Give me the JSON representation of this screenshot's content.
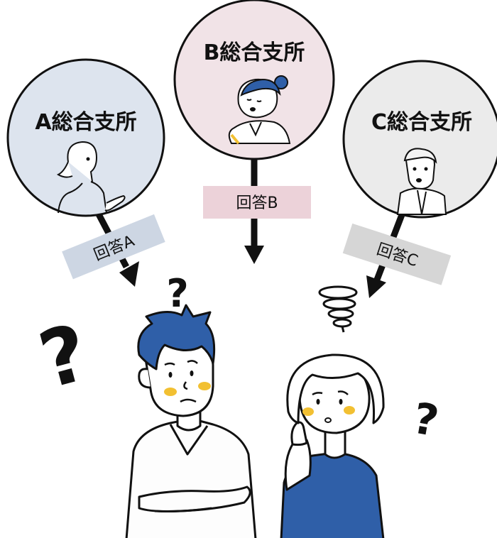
{
  "branches": [
    {
      "name": "A総合支所",
      "answer": "回答A",
      "circle_color": "#dde4ee",
      "tag_color": "#cdd6e3"
    },
    {
      "name": "B総合支所",
      "answer": "回答B",
      "circle_color": "#f1e3e7",
      "tag_color": "#ecd2d9"
    },
    {
      "name": "C総合支所",
      "answer": "回答C",
      "circle_color": "#ebebeb",
      "tag_color": "#d6d6d6"
    }
  ],
  "question_mark": "?",
  "colors": {
    "man_shirt": "#fdfdfd",
    "woman_shirt": "#2f5fa8",
    "hair_blue": "#2f5fa8",
    "cheek": "#f2c032",
    "outline": "#111111"
  }
}
